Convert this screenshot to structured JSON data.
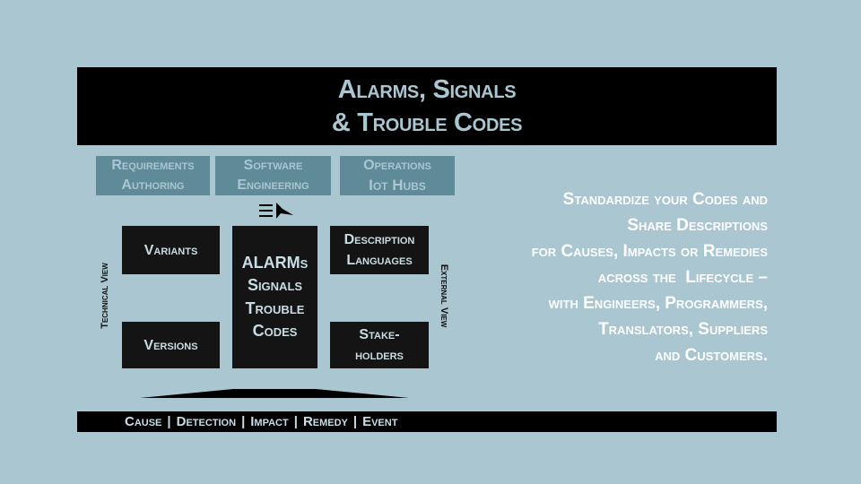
{
  "title": {
    "line1": "Alarms, Signals",
    "line2": "& Trouble Codes"
  },
  "top_boxes": [
    {
      "line1": "Requirements",
      "line2": "Authoring"
    },
    {
      "line1": "Software",
      "line2": "Engineering"
    },
    {
      "line1": "Operations",
      "line2": "Iot Hubs"
    }
  ],
  "boxes": {
    "variants": "Variants",
    "versions": "Versions",
    "description": {
      "line1": "Description",
      "line2": "Languages"
    },
    "stakeholders": {
      "line1": "Stake-",
      "line2": "holders"
    },
    "center": {
      "line1": "ALARMs",
      "line2": "Signals",
      "line3": "Trouble",
      "line4": "Codes"
    }
  },
  "side_labels": {
    "left": "Technical View",
    "right": "External View"
  },
  "right_text": [
    "Standardize your Codes and",
    "Share Descriptions",
    "for Causes, Impacts or Remedies",
    "across the  Lifecycle –",
    "with Engineers, Programmers,",
    "Translators, Suppliers",
    "and Customers."
  ],
  "footer_items": [
    "Cause",
    "Detection",
    "Impact",
    "Remedy",
    "Event"
  ],
  "footer_separator": "|",
  "icons": {
    "arrow": "pointer-arrow-icon"
  },
  "colors": {
    "background": "#a9c6d1",
    "banner": "#000000",
    "top_box": "#5f8b98",
    "dark_box": "#141414",
    "accent_text": "#ffffff"
  }
}
